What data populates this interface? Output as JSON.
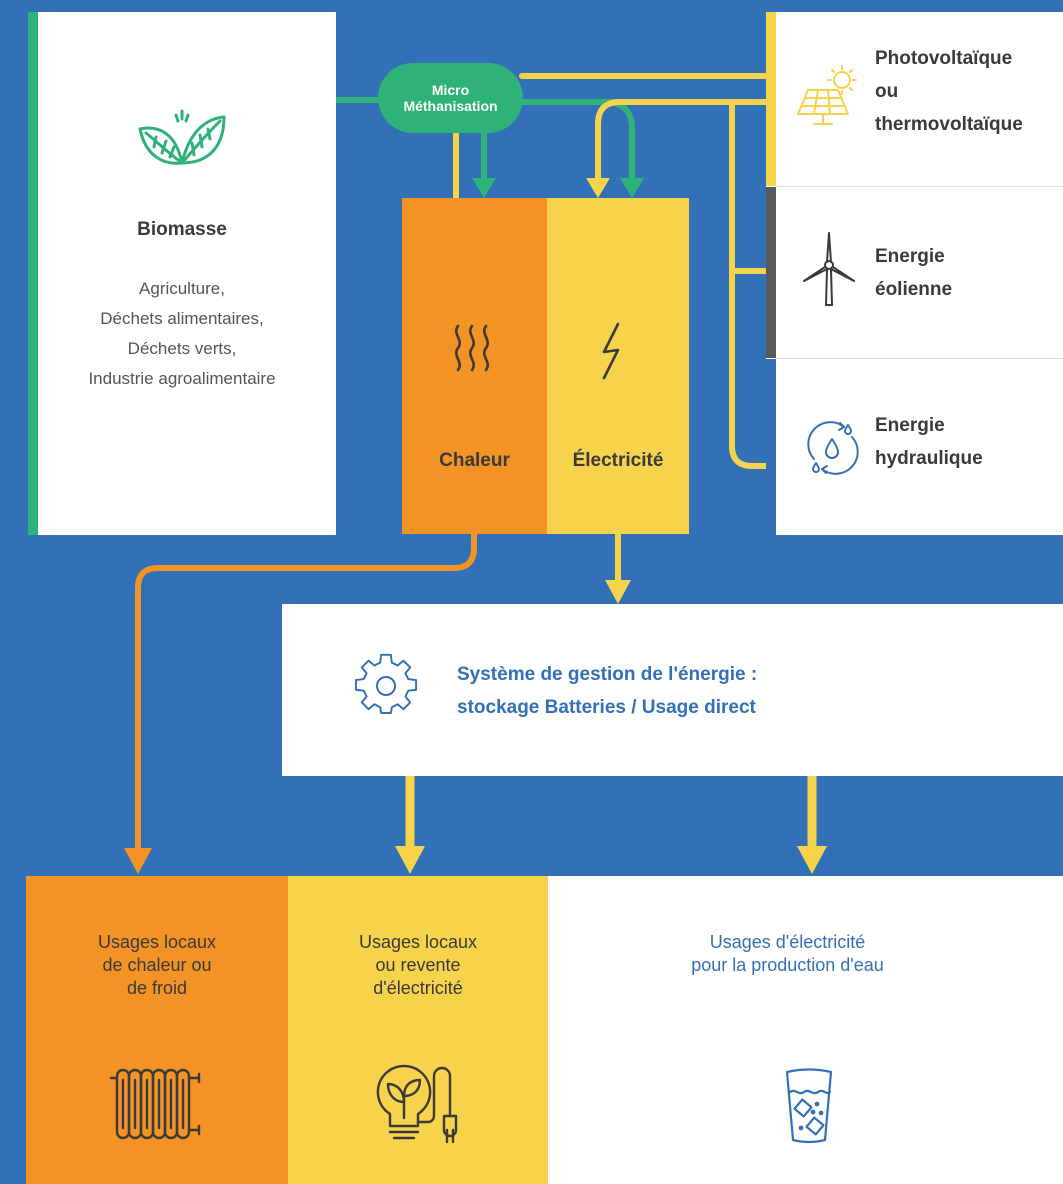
{
  "biomass": {
    "title": "Biomasse",
    "desc_lines": [
      "Agriculture,",
      "Déchets alimentaires,",
      "Déchets verts,",
      "Industrie agroalimentaire"
    ],
    "icon": "leaves-icon",
    "accent_color": "#2fb277"
  },
  "micro": {
    "line1": "Micro",
    "line2": "Méthanisation",
    "color": "#2fb277"
  },
  "heat_block": {
    "label": "Chaleur",
    "icon": "heat-waves-icon",
    "color": "#f39325"
  },
  "elec_block": {
    "label": "Électricité",
    "icon": "lightning-icon",
    "color": "#f7d24b"
  },
  "sources": [
    {
      "lines": [
        "Photovoltaïque",
        "ou",
        "thermovoltaïque"
      ],
      "icon": "solar-panel-icon",
      "accent": "#f7d24b"
    },
    {
      "lines": [
        "Energie",
        "éolienne"
      ],
      "icon": "wind-turbine-icon",
      "accent": "#5a5a5a"
    },
    {
      "lines": [
        "Energie",
        "hydraulique"
      ],
      "icon": "water-cycle-icon",
      "accent": "#3270b8"
    }
  ],
  "energy_system": {
    "line1": "Système de gestion de l'énergie :",
    "line2": "stockage Batteries / Usage direct",
    "icon": "gear-icon"
  },
  "usages": [
    {
      "lines": [
        "Usages locaux",
        "de chaleur ou",
        "de froid"
      ],
      "icon": "radiator-icon",
      "color": "#f39325"
    },
    {
      "lines": [
        "Usages locaux",
        "ou revente",
        "d'électricité"
      ],
      "icon": "eco-bulb-plug-icon",
      "color": "#f7d24b"
    },
    {
      "lines": [
        "Usages d'électricité",
        "pour la production d'eau"
      ],
      "icon": "water-glass-icon",
      "color": "#ffffff"
    }
  ],
  "colors": {
    "background": "#3270b8",
    "green": "#2fb277",
    "yellow": "#f7d24b",
    "orange": "#f39325"
  }
}
